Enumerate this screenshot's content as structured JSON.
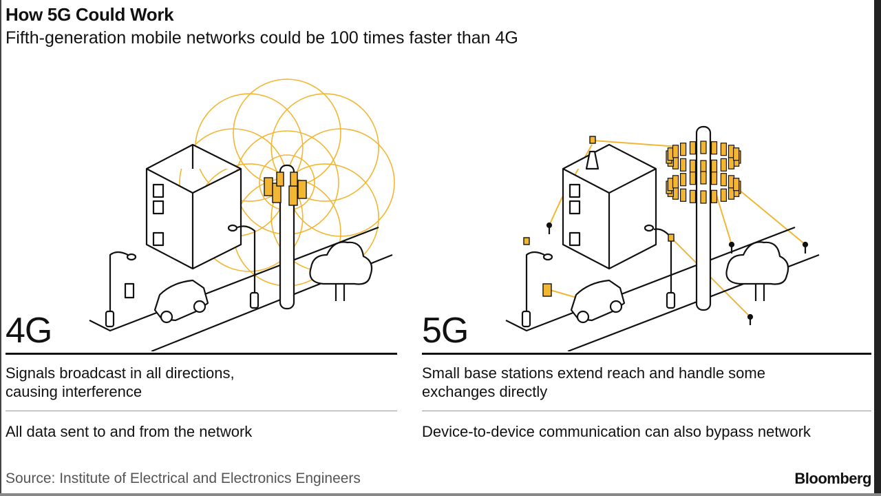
{
  "header": {
    "title": "How 5G Could Work",
    "subtitle": "Fifth-generation mobile networks could be 100 times faster than 4G"
  },
  "panels": [
    {
      "label": "4G",
      "description": "Signals broadcast in all directions,\ncausing interference",
      "description_line1": "Signals broadcast in all directions,",
      "description_line2": "causing interference",
      "note": "All data sent to and from the network"
    },
    {
      "label": "5G",
      "description_line1": "Small base stations extend reach and handle some",
      "description_line2": "exchanges directly",
      "note": "Device-to-device communication can also bypass network"
    }
  ],
  "footer": {
    "source": "Source: Institute of Electrical and Electronics Engineers",
    "brand": "Bloomberg"
  },
  "colors": {
    "accent": "#f2b632",
    "ink": "#111111"
  }
}
